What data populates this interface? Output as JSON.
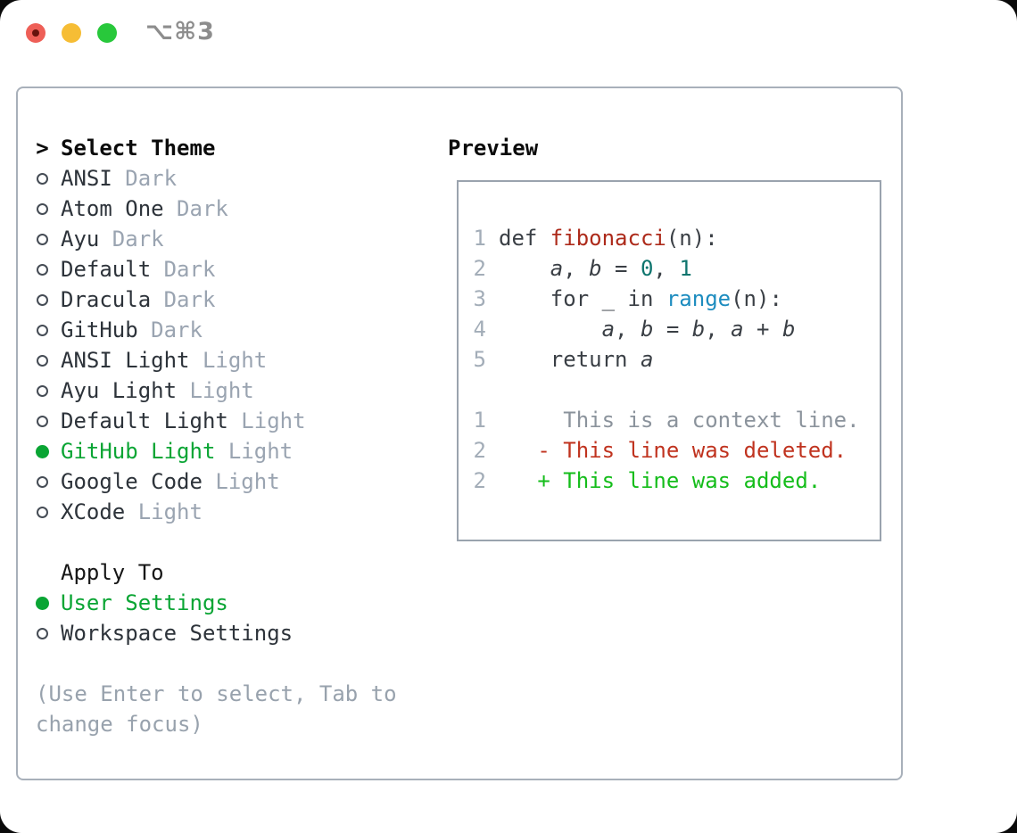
{
  "window": {
    "title": "⌥⌘3",
    "traffic_lights": [
      {
        "name": "close",
        "color": "#ee5f57"
      },
      {
        "name": "minimize",
        "color": "#f6bd35"
      },
      {
        "name": "zoom",
        "color": "#28c83b"
      }
    ]
  },
  "colors": {
    "accent_green": "#0aa534",
    "panel_border": "#a8b0ba",
    "preview_border": "#9aa3ae",
    "theme_name": "#2d333a",
    "variant_gray": "#9aa4b1",
    "help_gray": "#98a2ad",
    "syntax_function_red": "#ad2a1a",
    "syntax_number_teal": "#0e756e",
    "syntax_builtin_blue": "#1d8cbf",
    "diff_deleted_red": "#c0331f",
    "diff_added_green": "#15bd1b",
    "line_number_gray": "#a3adb8"
  },
  "theme_picker": {
    "header": {
      "marker": ">",
      "label": "Select Theme"
    },
    "themes": [
      {
        "name": "ANSI",
        "variant": "Dark",
        "selected": false
      },
      {
        "name": "Atom One",
        "variant": "Dark",
        "selected": false
      },
      {
        "name": "Ayu",
        "variant": "Dark",
        "selected": false
      },
      {
        "name": "Default",
        "variant": "Dark",
        "selected": false
      },
      {
        "name": "Dracula",
        "variant": "Dark",
        "selected": false
      },
      {
        "name": "GitHub",
        "variant": "Dark",
        "selected": false
      },
      {
        "name": "ANSI Light",
        "variant": "Light",
        "selected": false
      },
      {
        "name": "Ayu Light",
        "variant": "Light",
        "selected": false
      },
      {
        "name": "Default Light",
        "variant": "Light",
        "selected": false
      },
      {
        "name": "GitHub Light",
        "variant": "Light",
        "selected": true
      },
      {
        "name": "Google Code",
        "variant": "Light",
        "selected": false
      },
      {
        "name": "XCode",
        "variant": "Light",
        "selected": false
      }
    ],
    "apply_to": {
      "label": "Apply To",
      "options": [
        {
          "label": "User Settings",
          "selected": true
        },
        {
          "label": "Workspace Settings",
          "selected": false
        }
      ]
    },
    "help": "(Use Enter to select, Tab to change focus)"
  },
  "preview": {
    "title": "Preview",
    "lines": [
      {
        "num": "1",
        "segments": [
          {
            "text": "def ",
            "style": "plain"
          },
          {
            "text": "fibonacci",
            "style": "function"
          },
          {
            "text": "(n):",
            "style": "plain"
          }
        ]
      },
      {
        "num": "2",
        "segments": [
          {
            "text": "    ",
            "style": "plain"
          },
          {
            "text": "a",
            "style": "variable"
          },
          {
            "text": ", ",
            "style": "plain"
          },
          {
            "text": "b",
            "style": "variable"
          },
          {
            "text": " = ",
            "style": "plain"
          },
          {
            "text": "0",
            "style": "number-literal"
          },
          {
            "text": ", ",
            "style": "plain"
          },
          {
            "text": "1",
            "style": "number-literal"
          }
        ]
      },
      {
        "num": "3",
        "segments": [
          {
            "text": "    for _ in ",
            "style": "plain"
          },
          {
            "text": "range",
            "style": "builtin"
          },
          {
            "text": "(n):",
            "style": "plain"
          }
        ]
      },
      {
        "num": "4",
        "segments": [
          {
            "text": "        ",
            "style": "plain"
          },
          {
            "text": "a",
            "style": "variable"
          },
          {
            "text": ", ",
            "style": "plain"
          },
          {
            "text": "b",
            "style": "variable"
          },
          {
            "text": " = ",
            "style": "plain"
          },
          {
            "text": "b",
            "style": "variable"
          },
          {
            "text": ", ",
            "style": "plain"
          },
          {
            "text": "a",
            "style": "variable"
          },
          {
            "text": " + ",
            "style": "plain"
          },
          {
            "text": "b",
            "style": "variable"
          }
        ]
      },
      {
        "num": "5",
        "segments": [
          {
            "text": "    return ",
            "style": "plain"
          },
          {
            "text": "a",
            "style": "variable"
          }
        ]
      },
      {
        "num": "",
        "segments": []
      },
      {
        "num": "1",
        "segments": [
          {
            "text": "     This is a context line.",
            "style": "context"
          }
        ]
      },
      {
        "num": "2",
        "segments": [
          {
            "text": "   - This line was deleted.",
            "style": "deleted"
          }
        ]
      },
      {
        "num": "2",
        "segments": [
          {
            "text": "   + This line was added.",
            "style": "added"
          }
        ]
      }
    ]
  }
}
